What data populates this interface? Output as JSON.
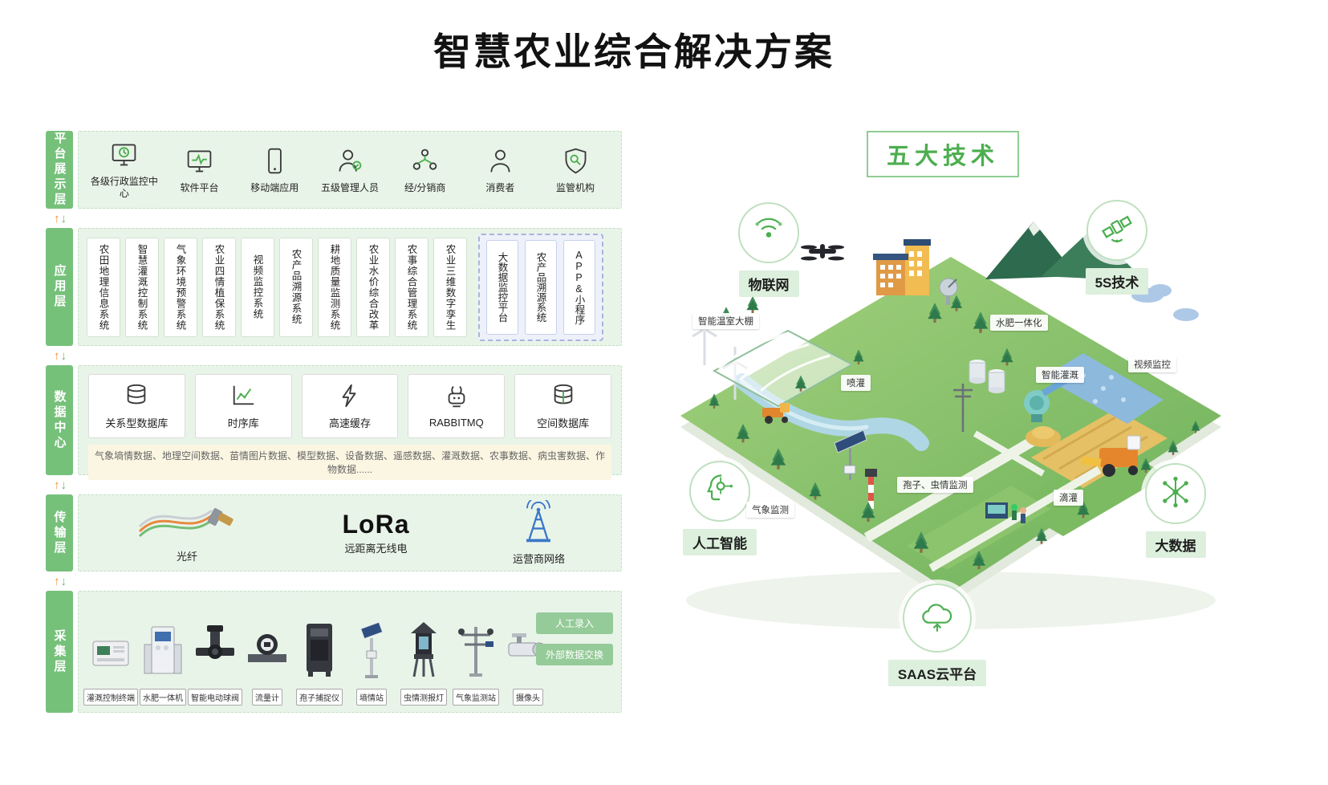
{
  "title": "智慧农业综合解决方案",
  "flow": {
    "up": "↑",
    "down": "↓"
  },
  "platform_layer": {
    "name": "平台展示层",
    "items": [
      {
        "label": "各级行政监控中心",
        "icon": "admin-monitor-icon"
      },
      {
        "label": "软件平台",
        "icon": "software-platform-icon"
      },
      {
        "label": "移动端应用",
        "icon": "mobile-app-icon"
      },
      {
        "label": "五级管理人员",
        "icon": "manager-icon"
      },
      {
        "label": "经/分销商",
        "icon": "distributor-icon"
      },
      {
        "label": "消费者",
        "icon": "consumer-icon"
      },
      {
        "label": "监管机构",
        "icon": "regulator-shield-icon"
      }
    ]
  },
  "application_layer": {
    "name": "应用层",
    "systems": [
      "农田地理信息系统",
      "智慧灌溉控制系统",
      "气象环境预警系统",
      "农业四情植保系统",
      "视频监控系统",
      "农产品溯源系统",
      "耕地质量监测系统",
      "农业水价综合改革",
      "农事综合管理系统",
      "农业三维数字孪生"
    ],
    "portals": [
      "大数据监控平台",
      "农产品溯源系统",
      "APP&小程序"
    ]
  },
  "data_layer": {
    "name": "数据中心",
    "stores": [
      {
        "label": "关系型数据库",
        "icon": "database-icon"
      },
      {
        "label": "时序库",
        "icon": "timeseries-chart-icon"
      },
      {
        "label": "高速缓存",
        "icon": "lightning-icon"
      },
      {
        "label": "RABBITMQ",
        "icon": "rabbitmq-icon"
      },
      {
        "label": "空间数据库",
        "icon": "spatial-database-icon"
      }
    ],
    "data_strip": "气象墒情数据、地理空间数据、苗情图片数据、模型数据、设备数据、遥感数据、灌溉数据、农事数据、病虫害数据、作物数据......"
  },
  "transport_layer": {
    "name": "传输层",
    "items": [
      {
        "label": "光纤",
        "icon": "fiber-optic-icon"
      },
      {
        "title": "LoRa",
        "label": "远距离无线电",
        "icon": "lora-logo"
      },
      {
        "label": "运营商网络",
        "icon": "carrier-tower-icon"
      }
    ]
  },
  "collection_layer": {
    "name": "采集层",
    "devices": [
      "灌溉控制终端",
      "水肥一体机",
      "智能电动球阀",
      "流量计",
      "孢子捕捉仪",
      "墒情站",
      "虫情测报灯",
      "气象监测站",
      "摄像头"
    ],
    "side_buttons": [
      "人工录入",
      "外部数据交换"
    ]
  },
  "right_panel": {
    "header": "五大技术",
    "technologies": [
      {
        "label": "物联网",
        "icon": "iot-icon"
      },
      {
        "label": "5S技术",
        "icon": "satellite-icon"
      },
      {
        "label": "人工智能",
        "icon": "ai-icon"
      },
      {
        "label": "大数据",
        "icon": "bigdata-network-icon"
      },
      {
        "label": "SAAS云平台",
        "icon": "saas-cloud-icon"
      }
    ],
    "scene_labels": [
      "智能温室大棚",
      "喷灌",
      "水肥一体化",
      "智能灌溉",
      "视频监控",
      "孢子、虫情监测",
      "气象监测",
      "滴灌"
    ]
  },
  "colors": {
    "accent_green": "#4cae4f",
    "layer_green": "#76c17a",
    "light_green_bg": "#e9f4e9",
    "strip_yellow": "#fbf6e2"
  }
}
